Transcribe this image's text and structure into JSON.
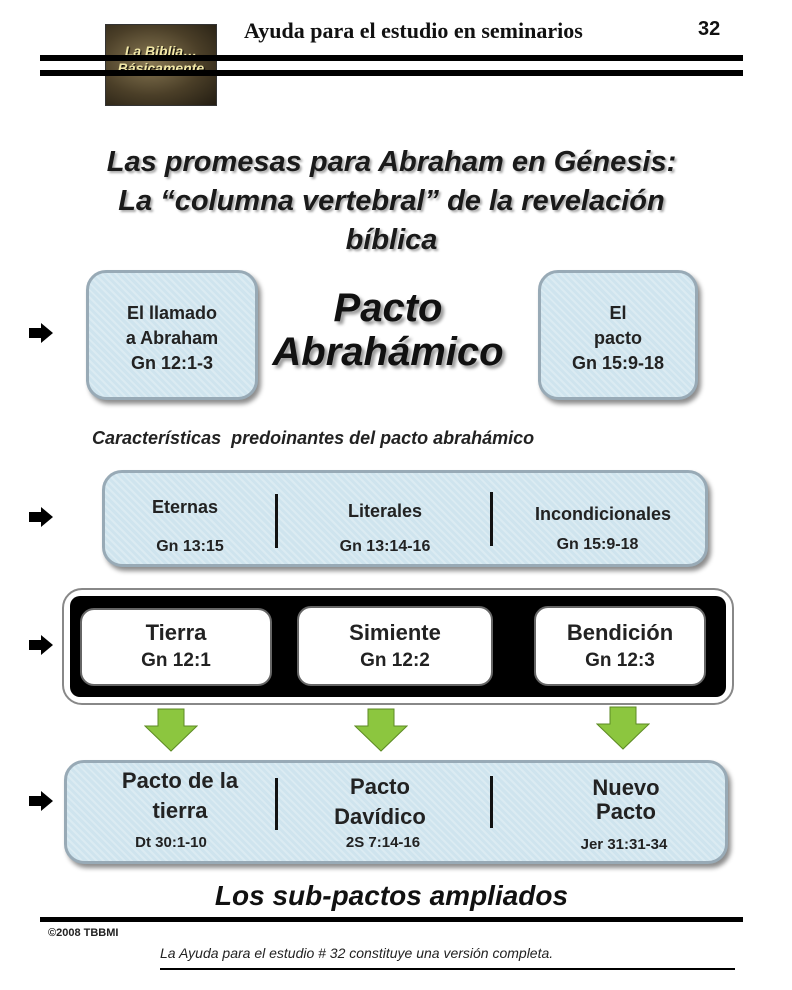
{
  "header": {
    "logo_line1": "La Biblia…",
    "logo_line2": "Básicamente",
    "title": "Ayuda para el estudio en seminarios",
    "page_number": "32"
  },
  "main_title": {
    "line1": "Las promesas para Abraham en Génesis:",
    "line2": "La “columna vertebral” de la revelación",
    "line3": "bíblica"
  },
  "top_section": {
    "left_box": {
      "line1": "El llamado",
      "line2": "a Abraham",
      "line3": "Gn 12:1-3"
    },
    "center_title": {
      "line1": "Pacto",
      "line2": "Abrahámico"
    },
    "right_box": {
      "line1": "El",
      "line2": "pacto",
      "line3": "Gn 15:9-18"
    }
  },
  "characteristics": {
    "subtitle": "Características  predoinantes del pacto abrahámico",
    "items": [
      {
        "label": "Eternas",
        "ref": "Gn 13:15"
      },
      {
        "label": "Literales",
        "ref": "Gn 13:14-16"
      },
      {
        "label": "Incondicionales",
        "ref": "Gn 15:9-18"
      }
    ]
  },
  "promises": [
    {
      "label": "Tierra",
      "ref": "Gn 12:1"
    },
    {
      "label": "Simiente",
      "ref": "Gn 12:2"
    },
    {
      "label": "Bendición",
      "ref": "Gn 12:3"
    }
  ],
  "sub_covenants": {
    "items": [
      {
        "line1": "Pacto de la",
        "line2": "tierra",
        "ref": "Dt 30:1-10"
      },
      {
        "line1": "Pacto",
        "line2": "Davídico",
        "ref": "2S 7:14-16"
      },
      {
        "line1": "Nuevo",
        "line2": "Pacto",
        "ref": "Jer 31:31-34"
      }
    ],
    "title": "Los sub-pactos ampliados"
  },
  "footer": {
    "copyright": "©2008 TBBMI",
    "note": "La Ayuda para el estudio # 32 constituye una versión completa."
  },
  "colors": {
    "box_fill": "#cfe4ee",
    "arrow_green": "#8cc63f",
    "band": "#000000"
  }
}
